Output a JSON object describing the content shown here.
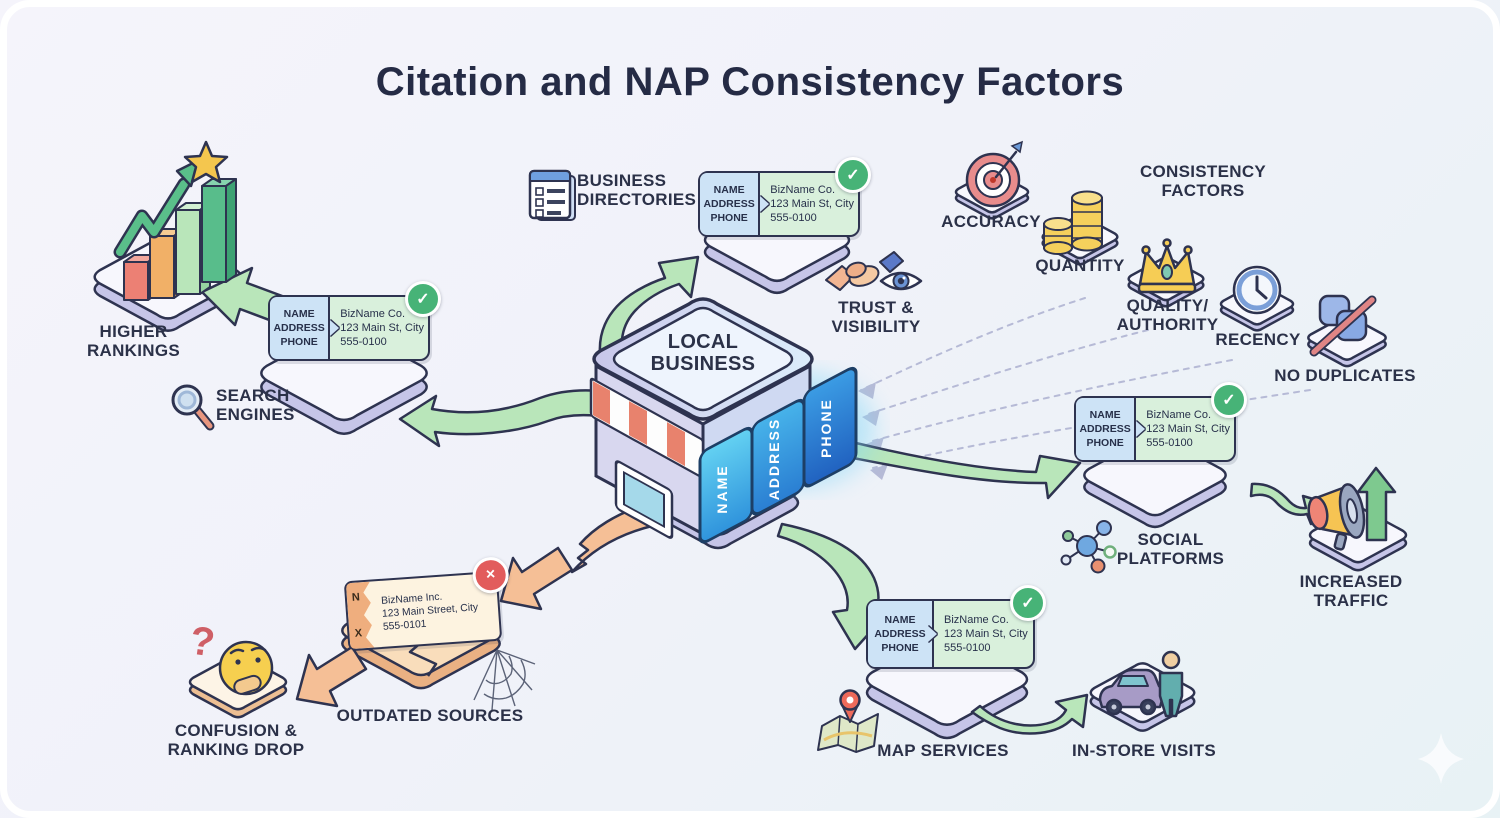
{
  "title": "Citation and NAP Consistency Factors",
  "nap_card": {
    "fields": [
      "NAME",
      "ADDRESS",
      "PHONE"
    ],
    "values": [
      "BizName Co.",
      "123 Main St, City",
      "555-0100"
    ]
  },
  "outdated_card": {
    "fields": [
      "N",
      "X"
    ],
    "values": [
      "BizName Inc.",
      "123 Main Street, City",
      "555-0101"
    ]
  },
  "building": {
    "label": "LOCAL\nBUSINESS",
    "blocks": [
      "NAME",
      "ADDRESS",
      "PHONE"
    ]
  },
  "labels": {
    "higher_rankings": "HIGHER\nRANKINGS",
    "search_engines": "SEARCH\nENGINES",
    "business_directories": "BUSINESS\nDIRECTORIES",
    "trust_visibility": "TRUST &\nVISIBILITY",
    "consistency_factors": "CONSISTENCY\nFACTORS",
    "accuracy": "ACCURACY",
    "quantity": "QUANTITY",
    "quality_authority": "QUALITY/\nAUTHORITY",
    "recency": "RECENCY",
    "no_duplicates": "NO DUPLICATES",
    "social_platforms": "SOCIAL\nPLATFORMS",
    "increased_traffic": "INCREASED\nTRAFFIC",
    "map_services": "MAP SERVICES",
    "in_store_visits": "IN-STORE VISITS",
    "outdated_sources": "OUTDATED SOURCES",
    "confusion_ranking_drop": "CONFUSION &\nRANKING DROP"
  },
  "icons": {
    "check": "✓",
    "cross": "×",
    "question_mark": "?"
  },
  "colors": {
    "ink": "#2b3148",
    "success_green": "#47b377",
    "arrow_green": "#b9e6ba",
    "arrow_orange": "#f5bf96",
    "error_red": "#e25c5c",
    "card_blue": "#cde3f6",
    "card_green": "#d9f0dc",
    "nap_block_blue": "#2f8fd8",
    "platform_top": "#f7f7fd",
    "platform_side": "#c6c5e8",
    "outdated_tan": "#f9ddbb"
  }
}
